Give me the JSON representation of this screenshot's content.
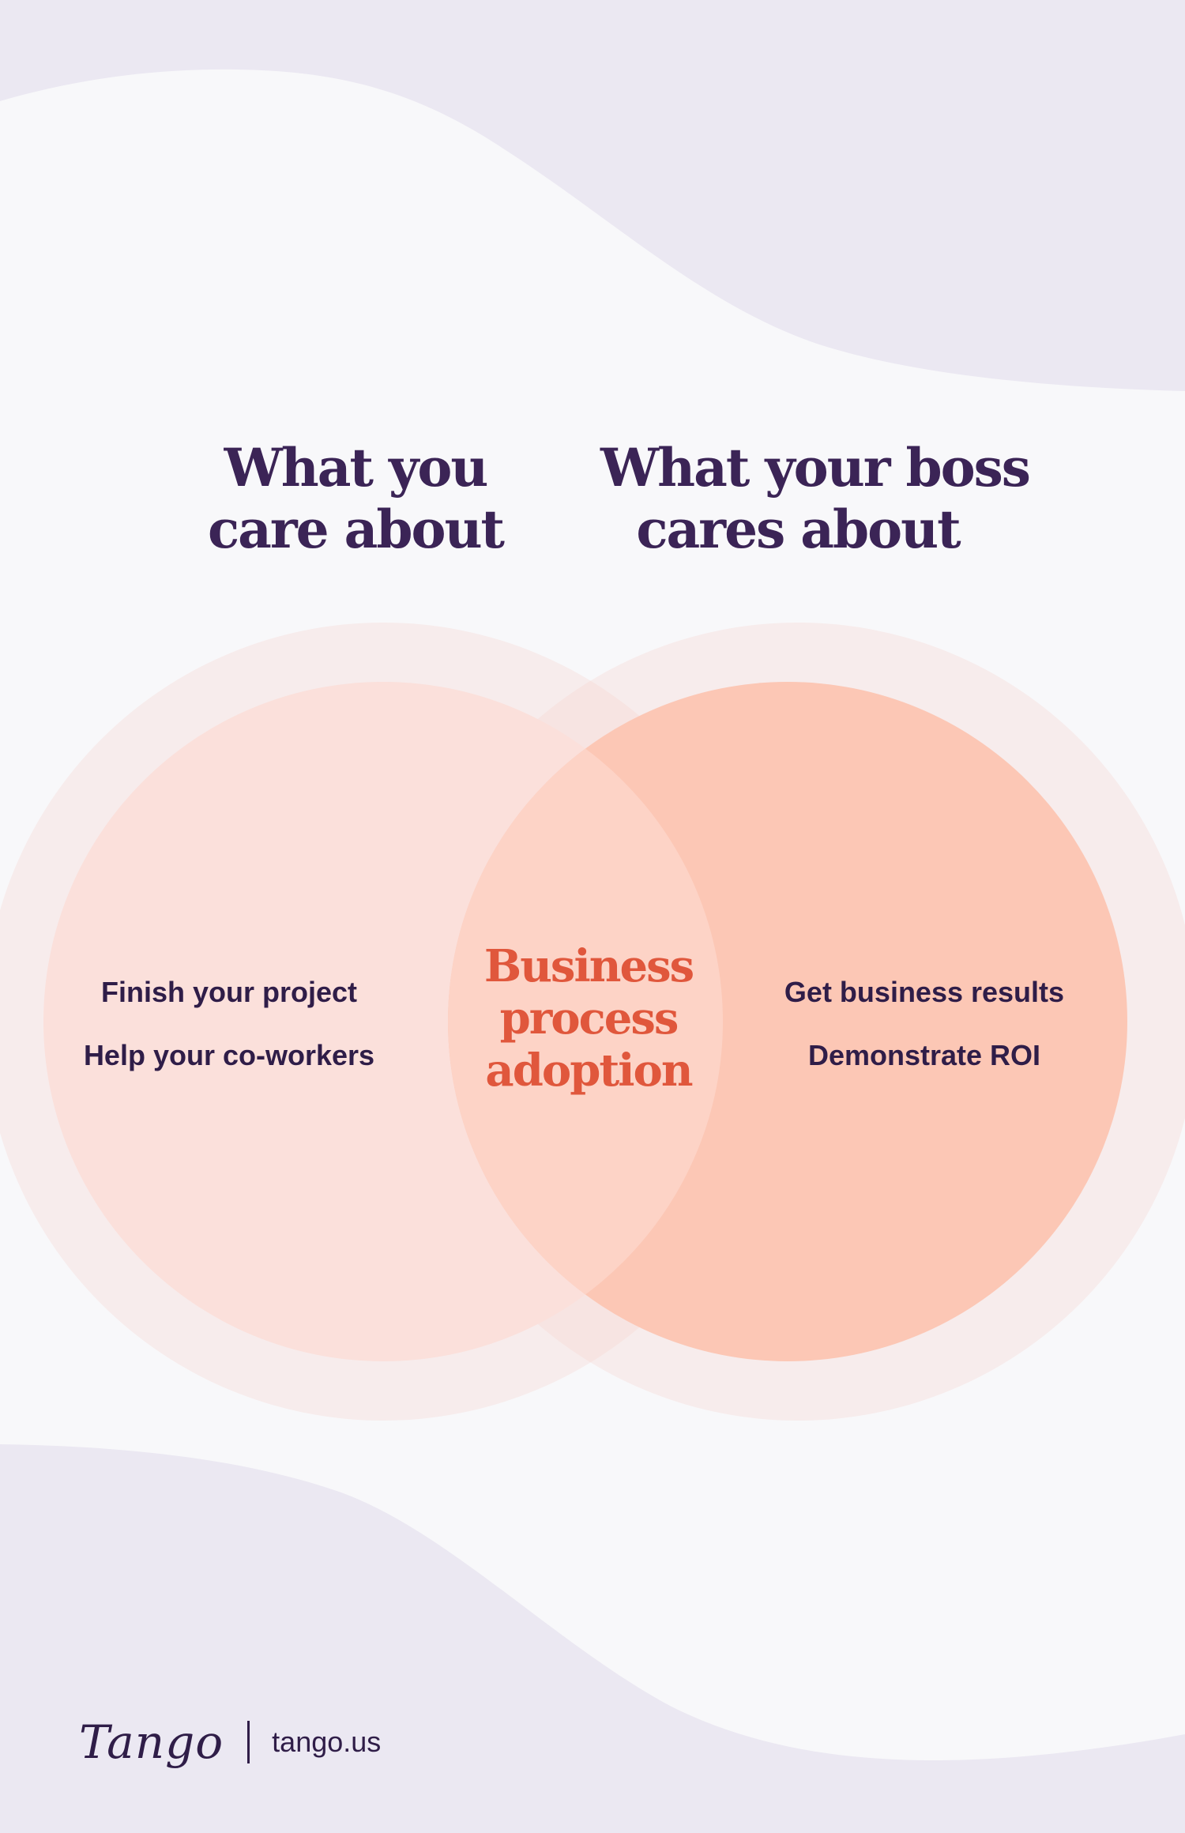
{
  "headings": {
    "left": [
      "What you",
      "care about"
    ],
    "right": [
      "What your boss",
      "cares about"
    ]
  },
  "venn": {
    "left_items": [
      "Finish your project",
      "Help your co-workers"
    ],
    "right_items": [
      "Get business results",
      "Demonstrate ROI"
    ],
    "overlap": [
      "Business",
      "process",
      "adoption"
    ]
  },
  "footer": {
    "logo": "Tango",
    "link": "tango.us"
  },
  "colors": {
    "background": "#f8f8fa",
    "wave": "#ebe8f2",
    "heading": "#3b2456",
    "body_text": "#2f1d48",
    "accent": "#e0573c",
    "left_circle": "#fbe0db",
    "right_circle": "#fcc7b5",
    "overlap": "#fdd3c6"
  }
}
